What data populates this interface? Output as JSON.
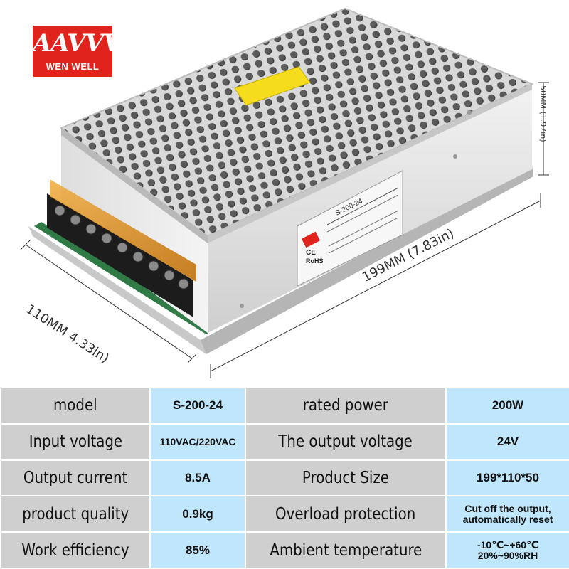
{
  "logo": {
    "mark": "AAVVV",
    "text": "WEN WELL"
  },
  "dimensions": {
    "length": "199MM  (7.83in)",
    "width": "110MM  4.33in)",
    "height": "50MM  (1.97in)"
  },
  "product_label": {
    "model": "S-200-24",
    "ce": "CE",
    "rohs": "RoHS"
  },
  "colors": {
    "label_cell": "#cfcfcf",
    "value_cell": "#bfe6fb",
    "logo_red": "#e0231c"
  },
  "specs": [
    {
      "label1": "model",
      "value1": "S-200-24",
      "label2": "rated power",
      "value2": "200W"
    },
    {
      "label1": "Input voltage",
      "value1": "110VAC/220VAC",
      "label2": "The output voltage",
      "value2": "24V"
    },
    {
      "label1": "Output current",
      "value1": "8.5A",
      "label2": "Product Size",
      "value2": "199*110*50"
    },
    {
      "label1": "product quality",
      "value1": "0.9kg",
      "label2": "Overload protection",
      "value2": "Cut off the output, automatically reset"
    },
    {
      "label1": "Work efficiency",
      "value1": "85%",
      "label2": "Ambient temperature",
      "value2": "-10℃~+60℃ 20%~90%RH"
    }
  ]
}
